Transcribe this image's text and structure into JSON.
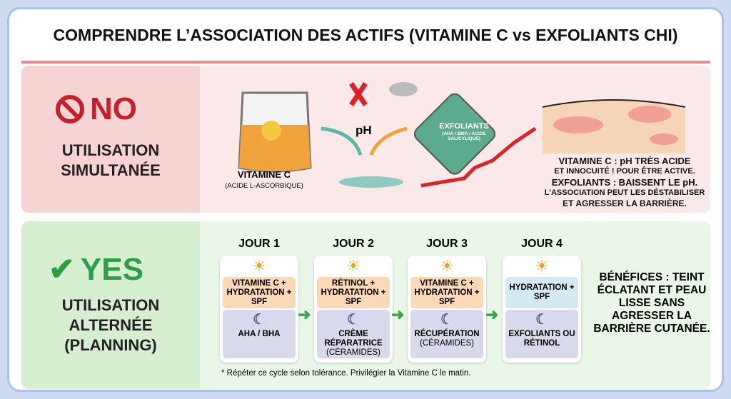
{
  "title": "COMPRENDRE L’ASSOCIATION DES ACTIFS (VITAMINE C vs EXFOLIANTS CHI)",
  "no": {
    "label": "NO",
    "subtitle": [
      "UTILISATION",
      "SIMULTANÉE"
    ],
    "vitc_label": "VITAMINE C",
    "vitc_sub": "(ACIDE L-ASCORBIQUE)",
    "exf_label": "EXFOLIANTS",
    "exf_sub": "(AHA / BMA / ACIDE SALICYLIQUE)",
    "ph": "pH",
    "notes": [
      "VITAMINE C : pH TRÈS ACIDE",
      "ET INNOCUITÉ ! POUR ÊTRE ACTIVE.",
      "EXFOLIANTS : BAISSENT LE pH.",
      "L'ASSOCIATION PEUT LES DÉSTABILISER",
      "ET AGRESSER LA BARRIÈRE."
    ]
  },
  "yes": {
    "label": "YES",
    "subtitle": [
      "UTILISATION",
      "ALTERNÉE",
      "(PLANNING)"
    ],
    "days": [
      {
        "day": "JOUR 1",
        "am": "VITAMINE C + HYDRATATION + SPF",
        "pm": "AHA / BHA",
        "pm_sub": ""
      },
      {
        "day": "JOUR 2",
        "am": "RÉTINOL + HYDRATATION + SPF",
        "pm": "CRÈME RÉPARATRICE",
        "pm_sub": "(CÉRAMIDES)"
      },
      {
        "day": "JOUR 3",
        "am": "VITAMINE C + HYDRATATION + SPF",
        "pm": "RÉCUPÉRATION",
        "pm_sub": "(CÉRAMIDES)"
      },
      {
        "day": "JOUR 4",
        "am": "HYDRATATION + SPF",
        "pm": "EXFOLIANTS OU RÉTINOL",
        "pm_sub": ""
      }
    ],
    "benefits": "BÉNÉFICES : TEINT ÉCLATANT ET PEAU LISSE SANS AGRESSER LA BARRIÈRE CUTANÉE.",
    "footnote": "* Répéter ce cycle selon tolérance. Privilégier la Vitamine C le matin."
  },
  "colors": {
    "no": "#c8202a",
    "yes": "#2f9e48"
  }
}
